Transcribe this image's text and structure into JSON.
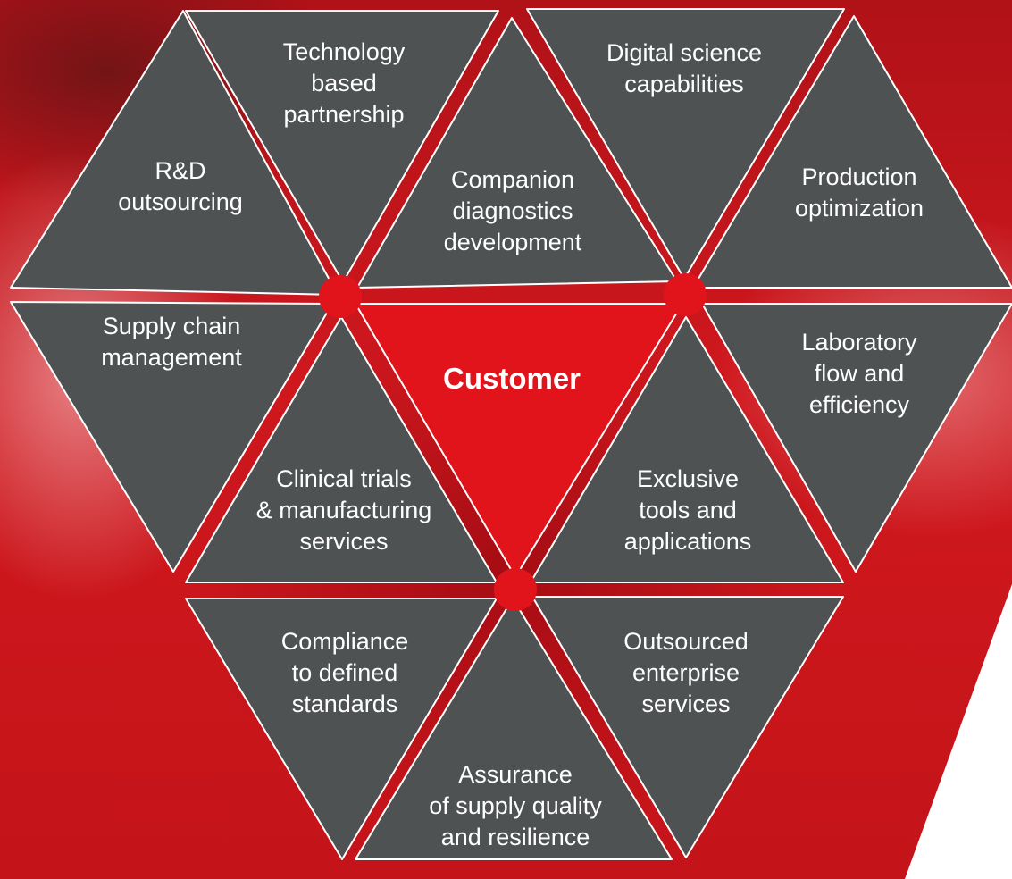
{
  "colors": {
    "triangle_fill": "#4f5253",
    "center_fill": "#e1141c",
    "outline": "#ffffff",
    "node_fill": "#e1141c"
  },
  "center": {
    "label": "Customer"
  },
  "triangles": [
    {
      "id": "rd-outsourcing",
      "lines": [
        "R&D",
        "outsourcing"
      ]
    },
    {
      "id": "technology-based-partnership",
      "lines": [
        "Technology",
        "based",
        "partnership"
      ]
    },
    {
      "id": "companion-diagnostics-development",
      "lines": [
        "Companion",
        "diagnostics",
        "development"
      ]
    },
    {
      "id": "digital-science-capabilities",
      "lines": [
        "Digital science",
        "capabilities"
      ]
    },
    {
      "id": "production-optimization",
      "lines": [
        "Production",
        "optimization"
      ]
    },
    {
      "id": "supply-chain-management",
      "lines": [
        "Supply chain",
        "management"
      ]
    },
    {
      "id": "clinical-trials-manufacturing",
      "lines": [
        "Clinical trials",
        "& manufacturing",
        "services"
      ]
    },
    {
      "id": "exclusive-tools-applications",
      "lines": [
        "Exclusive",
        "tools and",
        "applications"
      ]
    },
    {
      "id": "laboratory-flow-efficiency",
      "lines": [
        "Laboratory",
        "flow and",
        "efficiency"
      ]
    },
    {
      "id": "compliance-standards",
      "lines": [
        "Compliance",
        "to defined",
        "standards"
      ]
    },
    {
      "id": "assurance-supply-quality",
      "lines": [
        "Assurance",
        "of supply quality",
        "and resilience"
      ]
    },
    {
      "id": "outsourced-enterprise-services",
      "lines": [
        "Outsourced",
        "enterprise",
        "services"
      ]
    }
  ]
}
